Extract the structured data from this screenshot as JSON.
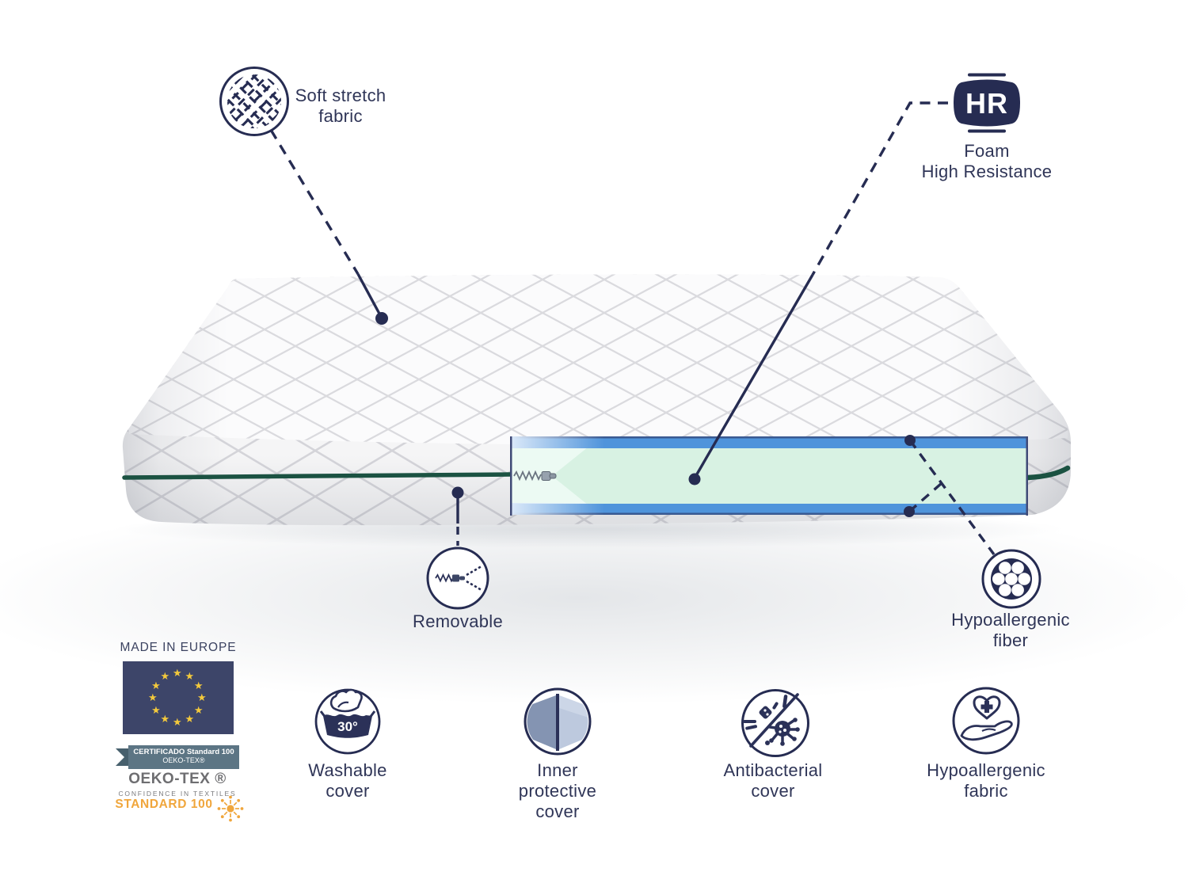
{
  "callouts": {
    "soft_stretch": "Soft stretch\nfabric",
    "hr": "HR",
    "hr_caption": "Foam\nHigh Resistance",
    "removable": "Removable",
    "fiber": "Hypoallergenic\nfiber"
  },
  "features": [
    {
      "label": "Washable\ncover",
      "temp": "30°",
      "icon": "wash-basin-30-icon"
    },
    {
      "label": "Inner\nprotective\ncover",
      "icon": "inner-cover-layers-icon"
    },
    {
      "label": "Antibacterial\ncover",
      "icon": "no-bacteria-icon"
    },
    {
      "label": "Hypoallergenic\nfabric",
      "icon": "hand-heart-icon"
    }
  ],
  "certifications": {
    "made_in": "MADE IN EUROPE",
    "ribbon_line1": "CERTIFICADO Standard 100",
    "ribbon_line2": "OEKO-TEX®",
    "brand": "OEKO-TEX ®",
    "tagline": "CONFIDENCE IN TEXTILES",
    "standard": "STANDARD 100"
  },
  "colors": {
    "navy": "#272e54",
    "mint_foam": "#d8f2e3",
    "cover_blue": "#4f94db",
    "zipper_green": "#1b5242",
    "eu_flag_blue": "#3d4569",
    "star_gold": "#f3c93c",
    "ribbon_slate": "#5c7584",
    "oeko_orange": "#f0a63c",
    "oeko_gray": "#6e6e71"
  }
}
